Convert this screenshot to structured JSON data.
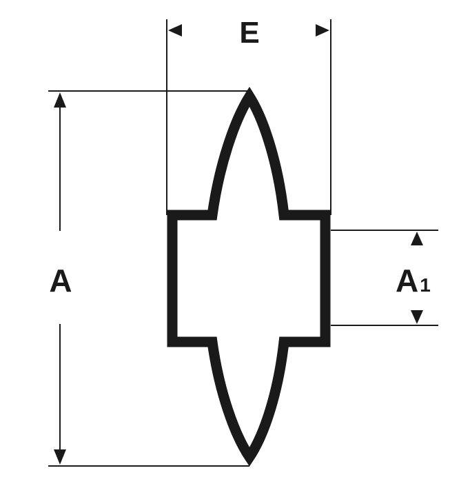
{
  "diagram": {
    "labels": {
      "width": "E",
      "total_height": "A",
      "inner_height_main": "A",
      "inner_height_sub": "1"
    },
    "colors": {
      "line": "#1a1a1a",
      "background": "#ffffff"
    }
  }
}
